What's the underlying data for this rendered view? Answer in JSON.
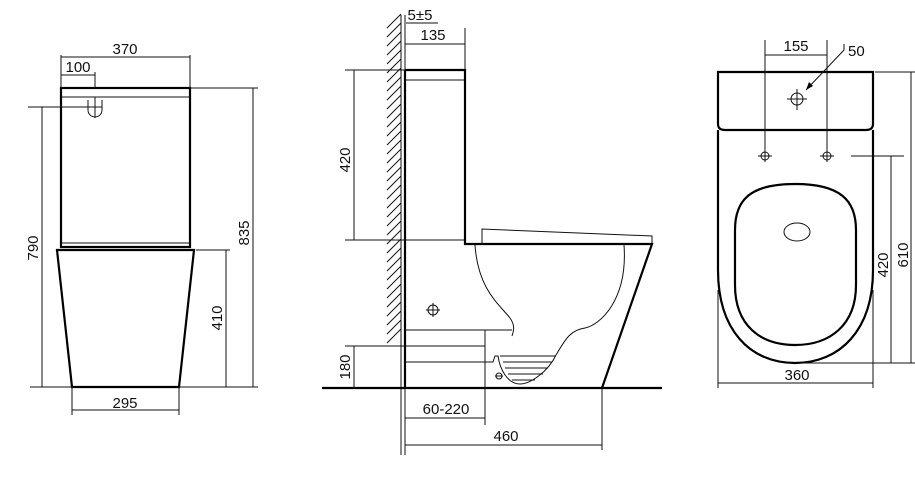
{
  "front_view": {
    "width_tank": "370",
    "handle_offset": "100",
    "height_handle": "790",
    "height_total": "835",
    "height_bowl": "410",
    "base_width": "295"
  },
  "side_view": {
    "wall_gap": "5±5",
    "tank_depth": "135",
    "tank_height": "420",
    "outlet_height": "180",
    "outlet_distance": "60-220",
    "total_depth": "460"
  },
  "top_view": {
    "bolt_spacing": "155",
    "hole_diameter": "50",
    "bolt_to_front": "420",
    "total_length": "610",
    "total_width": "360"
  }
}
